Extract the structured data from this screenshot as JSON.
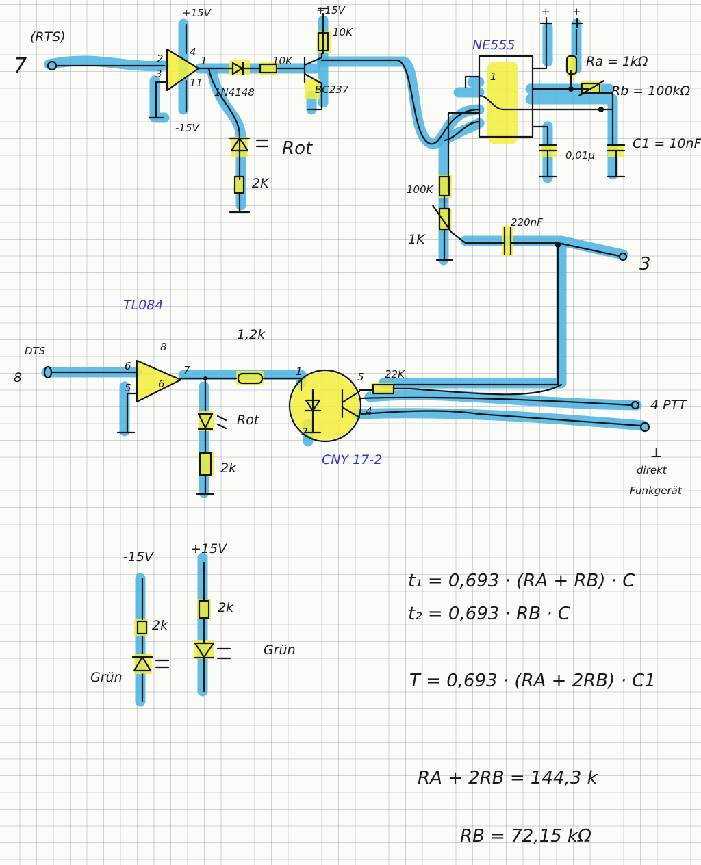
{
  "circuit1": {
    "rts_label": "(RTS)",
    "pin_in": "7",
    "vplus": "+15V",
    "vminus": "-15V",
    "op_pin_minus": "2",
    "op_pin_plus": "3",
    "op_pin_vcc": "4",
    "op_pin_vee": "11",
    "op_pin_out": "1",
    "diode": "1N4148",
    "r_base": "10K",
    "transistor": "BC237",
    "vcc_transistor": "+15V",
    "r_collector": "10K",
    "led_color": "Rot",
    "r_led": "2K",
    "timer": "NE555",
    "timer_pin": "1",
    "vcc_plus_1": "+",
    "vcc_plus_2": "+",
    "ra": "Ra = 1kΩ",
    "rb": "Rb = 100kΩ",
    "c1": "C1 = 10nF",
    "c_ctrl": "0,01µ",
    "r_out": "100K",
    "pot_out": "1K",
    "c_out": "220nF",
    "pin_out": "3"
  },
  "circuit2": {
    "opamp": "TL084",
    "dts_label": "DTS",
    "pin_in": "8",
    "op_pin_minus": "6",
    "op_pin_plus": "5",
    "op_pin_out": "7",
    "op_pin_top": "8",
    "op_label": "6",
    "r_series": "1,2k",
    "led_color": "Rot",
    "r_led": "2k",
    "optocoupler": "CNY 17-2",
    "opto_pin1": "1",
    "opto_pin2": "2",
    "opto_pin4": "4",
    "opto_pin5": "5",
    "r_pullup": "22K",
    "pin_ptt": "4 PTT",
    "ground_symbol": "⊥",
    "ground_note_1": "direkt",
    "ground_note_2": "Funkgerät"
  },
  "power_leds": {
    "neg_supply": "-15V",
    "pos_supply": "+15V",
    "r_neg": "2k",
    "r_pos": "2k",
    "led_neg": "Grün",
    "led_pos": "Grün"
  },
  "formulas": {
    "t1": "t₁ =   0,693 · (RA + RB) · C",
    "t2": "t₂ =   0,693  ·  RB · C",
    "T": "T =   0,693 · (RA + 2RB) · C1",
    "sum": "RA + 2RB = 144,3 k",
    "rb": "RB  =   72,15 kΩ"
  },
  "colors": {
    "highlight_blue": "#48b2e0",
    "highlight_yellow": "#f2ee3c",
    "ink": "#151515",
    "label_blue": "#3438c0"
  }
}
